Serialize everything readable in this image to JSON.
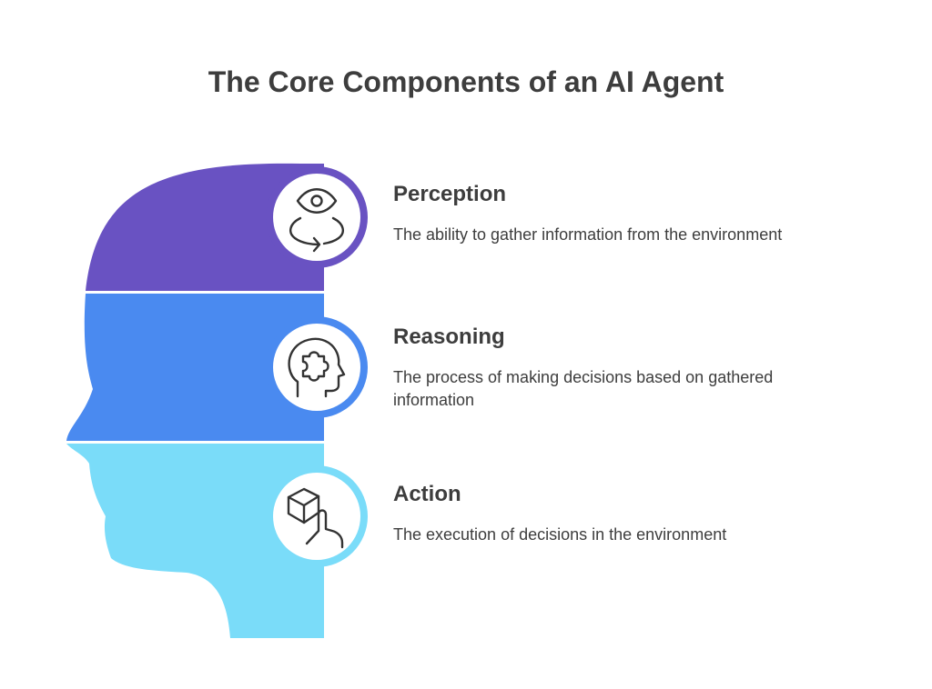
{
  "title": "The Core Components of an AI Agent",
  "colors": {
    "perception": "#6952c2",
    "reasoning": "#4a8af0",
    "action": "#7adcf9",
    "text": "#3d3d3d",
    "icon_stroke": "#333333"
  },
  "components": [
    {
      "title": "Perception",
      "description": "The ability to gather information from the environment",
      "icon": "eye-rotate-icon"
    },
    {
      "title": "Reasoning",
      "description": "The process of making decisions based on gathered information",
      "icon": "head-puzzle-icon"
    },
    {
      "title": "Action",
      "description": "The execution of decisions in the environment",
      "icon": "cube-hand-icon"
    }
  ]
}
